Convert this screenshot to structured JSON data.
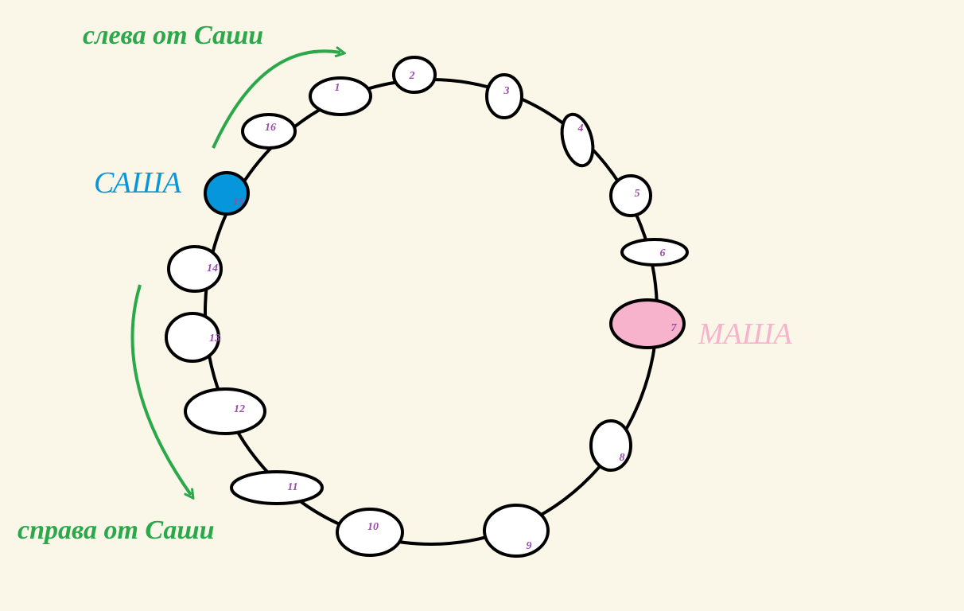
{
  "labels": {
    "left_of_sasha": "слева от Саши",
    "right_of_sasha": "справа от Саши",
    "sasha": "САША",
    "masha": "МАША"
  },
  "colors": {
    "background": "#faf6e8",
    "outline": "#000000",
    "arrow": "#2aa84a",
    "sasha": "#0596dc",
    "masha": "#f7b3cc",
    "numbers": "#9b4bab"
  },
  "seats": [
    {
      "number": "1",
      "person": ""
    },
    {
      "number": "2",
      "person": ""
    },
    {
      "number": "3",
      "person": ""
    },
    {
      "number": "4",
      "person": ""
    },
    {
      "number": "5",
      "person": ""
    },
    {
      "number": "6",
      "person": ""
    },
    {
      "number": "7",
      "person": "masha"
    },
    {
      "number": "8",
      "person": ""
    },
    {
      "number": "9",
      "person": ""
    },
    {
      "number": "10",
      "person": ""
    },
    {
      "number": "11",
      "person": ""
    },
    {
      "number": "12",
      "person": ""
    },
    {
      "number": "13",
      "person": ""
    },
    {
      "number": "14",
      "person": ""
    },
    {
      "number": "15",
      "person": "sasha"
    },
    {
      "number": "16",
      "person": ""
    }
  ]
}
